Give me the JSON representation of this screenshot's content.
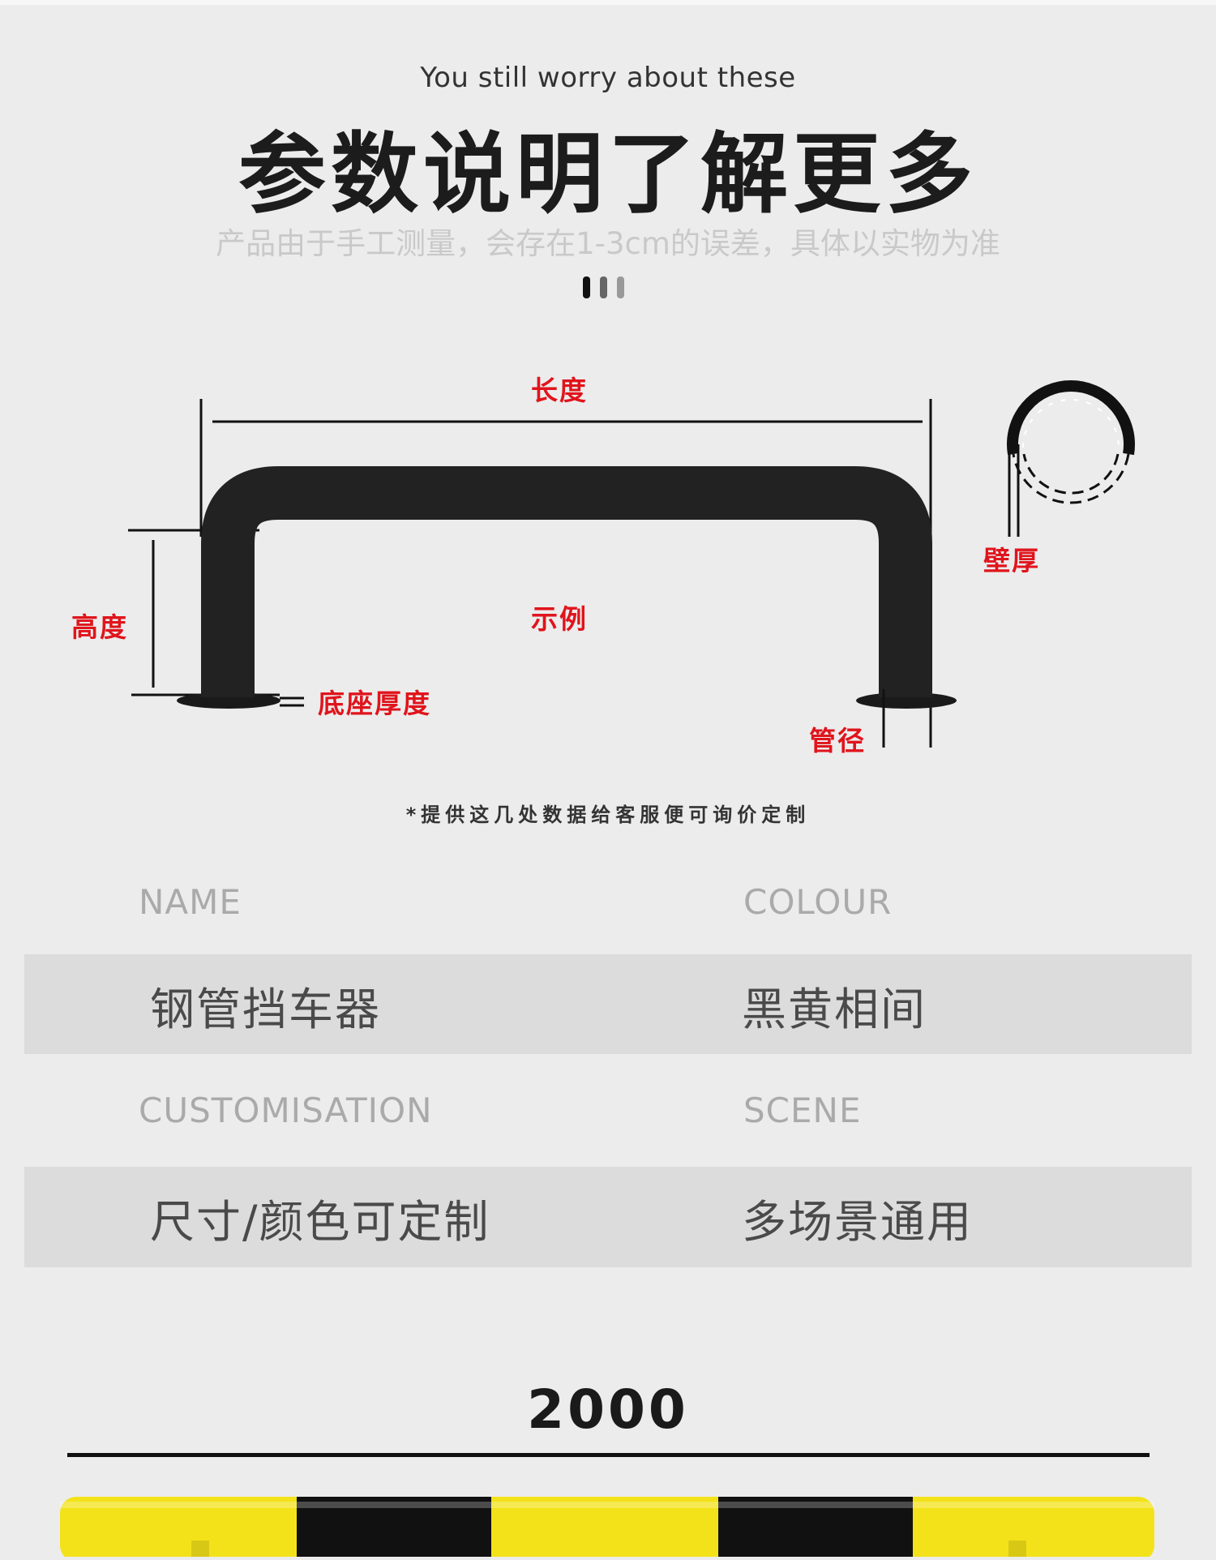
{
  "header": {
    "subtitle_en": "You still worry about these",
    "title": "参数说明了解更多",
    "note": "产品由于手工测量，会存在1-3cm的误差，具体以实物为准"
  },
  "diagram": {
    "labels": {
      "length": "长度",
      "height": "高度",
      "example": "示例",
      "base_thickness": "底座厚度",
      "pipe_diameter": "管径",
      "wall_thickness": "壁厚"
    },
    "footnote": "*提供这几处数据给客服便可询价定制"
  },
  "specs": {
    "name_label": "NAME",
    "name_value": "钢管挡车器",
    "colour_label": "COLOUR",
    "colour_value": "黑黄相间",
    "custom_label": "CUSTOMISATION",
    "custom_value": "尺寸/颜色可定制",
    "scene_label": "SCENE",
    "scene_value": "多场景通用"
  },
  "length_display": {
    "value": "2000"
  },
  "colors": {
    "accent_red": "#e0141c",
    "stripe_yellow": "#f3e21a",
    "stripe_black": "#111111"
  }
}
